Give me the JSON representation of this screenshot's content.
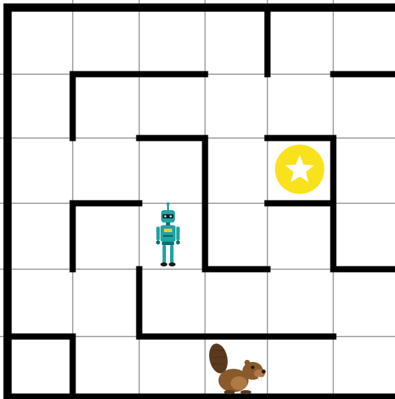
{
  "maze": {
    "rows": 6,
    "cols": 6,
    "colors": {
      "background": "#ffffff",
      "grid": "#aaaaaa",
      "wall": "#000000",
      "goal": "#f9e21c",
      "star": "#ffffff",
      "robot_body": "#1fa3a3",
      "robot_dark": "#0d6e72",
      "beaver_fur": "#8a5a2b",
      "beaver_tail": "#5a3a1e"
    },
    "walls_h": [
      {
        "r": 1,
        "c0": 1,
        "c1": 3
      },
      {
        "r": 1,
        "c0": 5,
        "c1": 6
      },
      {
        "r": 2,
        "c0": 2,
        "c1": 3
      },
      {
        "r": 2,
        "c0": 4,
        "c1": 5
      },
      {
        "r": 3,
        "c0": 1,
        "c1": 2
      },
      {
        "r": 3,
        "c0": 4,
        "c1": 5
      },
      {
        "r": 4,
        "c0": 3,
        "c1": 4
      },
      {
        "r": 4,
        "c0": 5,
        "c1": 6
      },
      {
        "r": 5,
        "c0": 0,
        "c1": 1
      },
      {
        "r": 5,
        "c0": 2,
        "c1": 5
      }
    ],
    "walls_v": [
      {
        "c": 4,
        "r0": 0,
        "r1": 1
      },
      {
        "c": 1,
        "r0": 1,
        "r1": 2
      },
      {
        "c": 3,
        "r0": 2,
        "r1": 4
      },
      {
        "c": 5,
        "r0": 2,
        "r1": 4
      },
      {
        "c": 1,
        "r0": 3,
        "r1": 4
      },
      {
        "c": 2,
        "r0": 4,
        "r1": 5
      },
      {
        "c": 1,
        "r0": 5,
        "r1": 6
      }
    ],
    "pieces": {
      "robot": {
        "row": 3,
        "col": 2,
        "icon": "robot-icon"
      },
      "beaver": {
        "row": 5,
        "col": 3,
        "icon": "beaver-icon"
      },
      "goal": {
        "row": 2,
        "col": 4,
        "icon": "star-icon"
      }
    }
  }
}
